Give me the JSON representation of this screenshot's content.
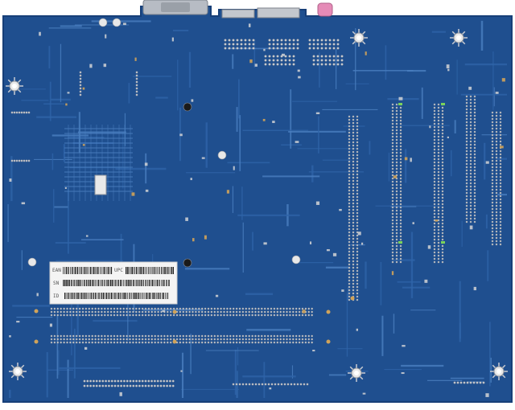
{
  "image": {
    "subject": "motherboard-underside",
    "colors": {
      "background": "#ffffff",
      "pcb": "#1f4f8f",
      "pcb_dark": "#173f78",
      "trace": "#2f64a8",
      "trace_light": "#4a7fc0",
      "pin": "#c9ccd2",
      "pin_dark": "#8f949c",
      "sticker": "#f4f4f4",
      "barcode": "#222222",
      "copper_pad": "#d0a35a",
      "mount_hole": "#e8e8e8",
      "led_green": "#7bd35a"
    }
  },
  "sticker": {
    "ean_label": "EAN",
    "upc_label": "UPC",
    "sn_label": "SN",
    "id_label": "ID"
  }
}
